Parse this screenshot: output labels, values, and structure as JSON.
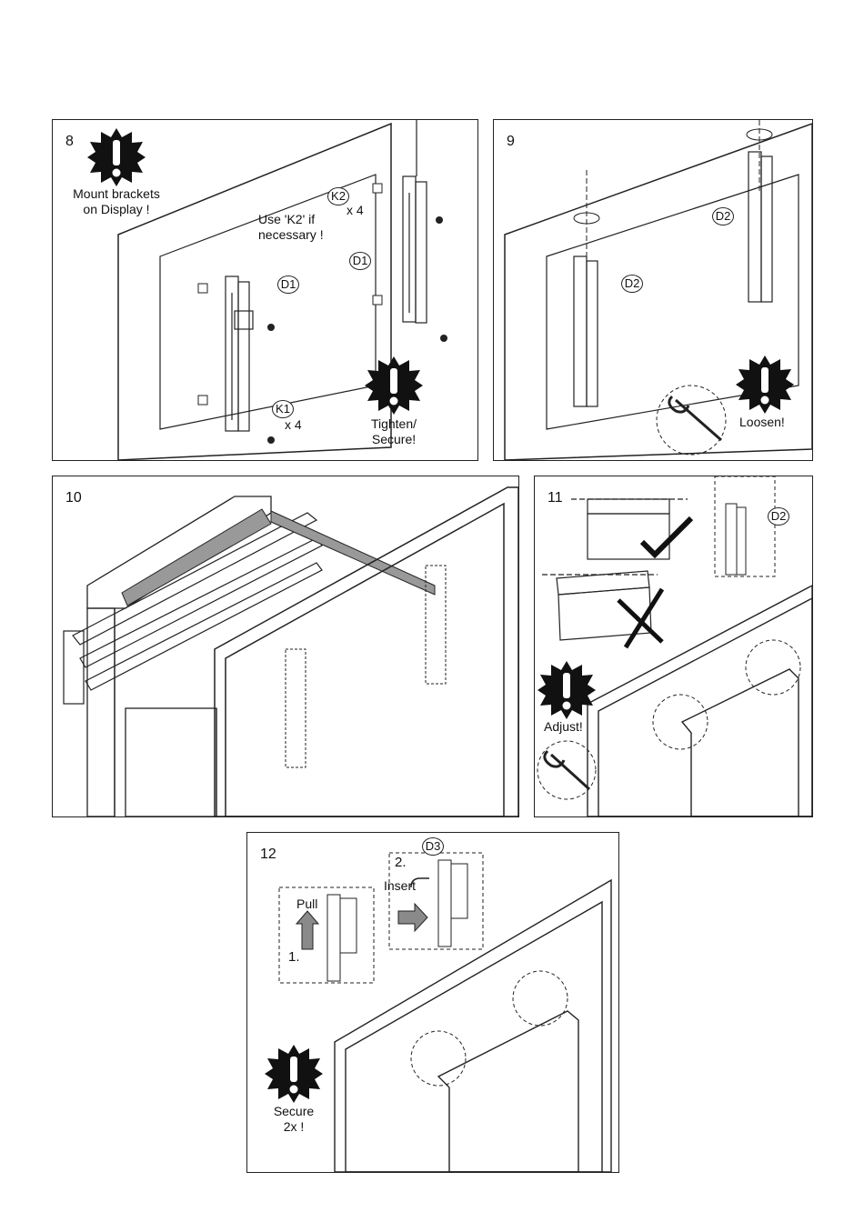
{
  "panels": {
    "p8": {
      "step": "8",
      "warning_text_1": "Mount brackets",
      "warning_text_2": "on Display !",
      "note_1": "Use 'K2' if",
      "note_2": "necessary !",
      "k2_label": "K2",
      "k2_qty": "x 4",
      "k1_label": "K1",
      "k1_qty": "x 4",
      "d1_label_a": "D1",
      "d1_label_b": "D1",
      "tighten_1": "Tighten/",
      "tighten_2": "Secure!"
    },
    "p9": {
      "step": "9",
      "d2_label_a": "D2",
      "d2_label_b": "D2",
      "loosen": "Loosen!"
    },
    "p10": {
      "step": "10"
    },
    "p11": {
      "step": "11",
      "d2_label": "D2",
      "adjust": "Adjust!"
    },
    "p12": {
      "step": "12",
      "d3_label": "D3",
      "step_2": "2.",
      "insert": "Insert",
      "pull": "Pull",
      "step_1": "1.",
      "secure_1": "Secure",
      "secure_2": "2x !"
    }
  },
  "icons": [
    "warning-burst-icon",
    "hex-key-icon",
    "check-mark-icon",
    "cross-mark-icon",
    "arrow-icon"
  ],
  "colors": {
    "line": "#222222",
    "warning_fill": "#111111",
    "strap_fill": "#999999",
    "arrow_fill": "#8a8a8a"
  }
}
